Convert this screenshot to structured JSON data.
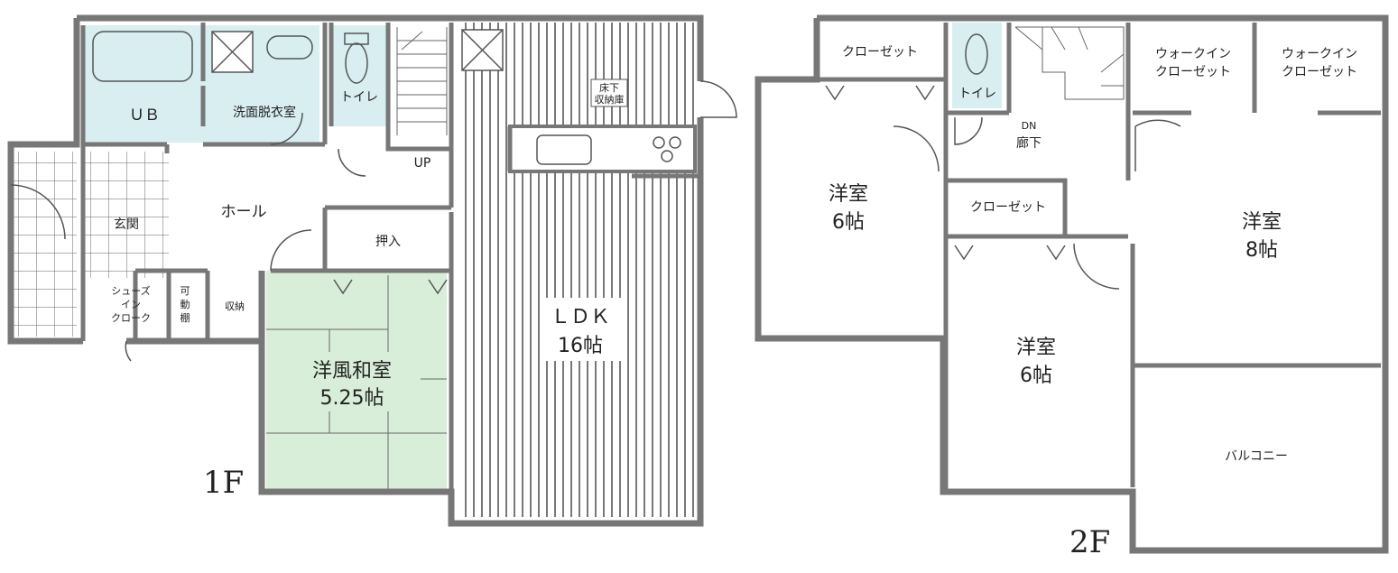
{
  "floor_1": {
    "label": "1F",
    "rooms": {
      "ub": "ＵＢ",
      "washroom": "洗面脱衣室",
      "toilet": "トイレ",
      "hall": "ホール",
      "entrance": "玄関",
      "shoes_closet": [
        "シューズ",
        "イン",
        "クローク"
      ],
      "movable_shelf": [
        "可",
        "動",
        "棚"
      ],
      "storage": "収納",
      "oshiire": "押入",
      "up": "UP",
      "underfloor_storage": [
        "床下",
        "収納庫"
      ],
      "japanese_room": {
        "name": "洋風和室",
        "size": "5.25帖"
      },
      "ldk": {
        "name": "ＬＤＫ",
        "size": "16帖"
      }
    }
  },
  "floor_2": {
    "label": "2F",
    "rooms": {
      "closet_a": "クローゼット",
      "toilet": "トイレ",
      "walkin_a": [
        "ウォークイン",
        "クローゼット"
      ],
      "walkin_b": [
        "ウォークイン",
        "クローゼット"
      ],
      "dn": "DN",
      "corridor": "廊下",
      "closet_b": "クローゼット",
      "room_west": {
        "name": "洋室",
        "size": "6帖"
      },
      "room_center": {
        "name": "洋室",
        "size": "6帖"
      },
      "room_east": {
        "name": "洋室",
        "size": "8帖"
      },
      "balcony": "バルコニー"
    }
  },
  "colors": {
    "wall": "#777777",
    "wet_area": "#d8eef0",
    "tatami": "#d9eed9",
    "floor_stripe": "#555555"
  }
}
